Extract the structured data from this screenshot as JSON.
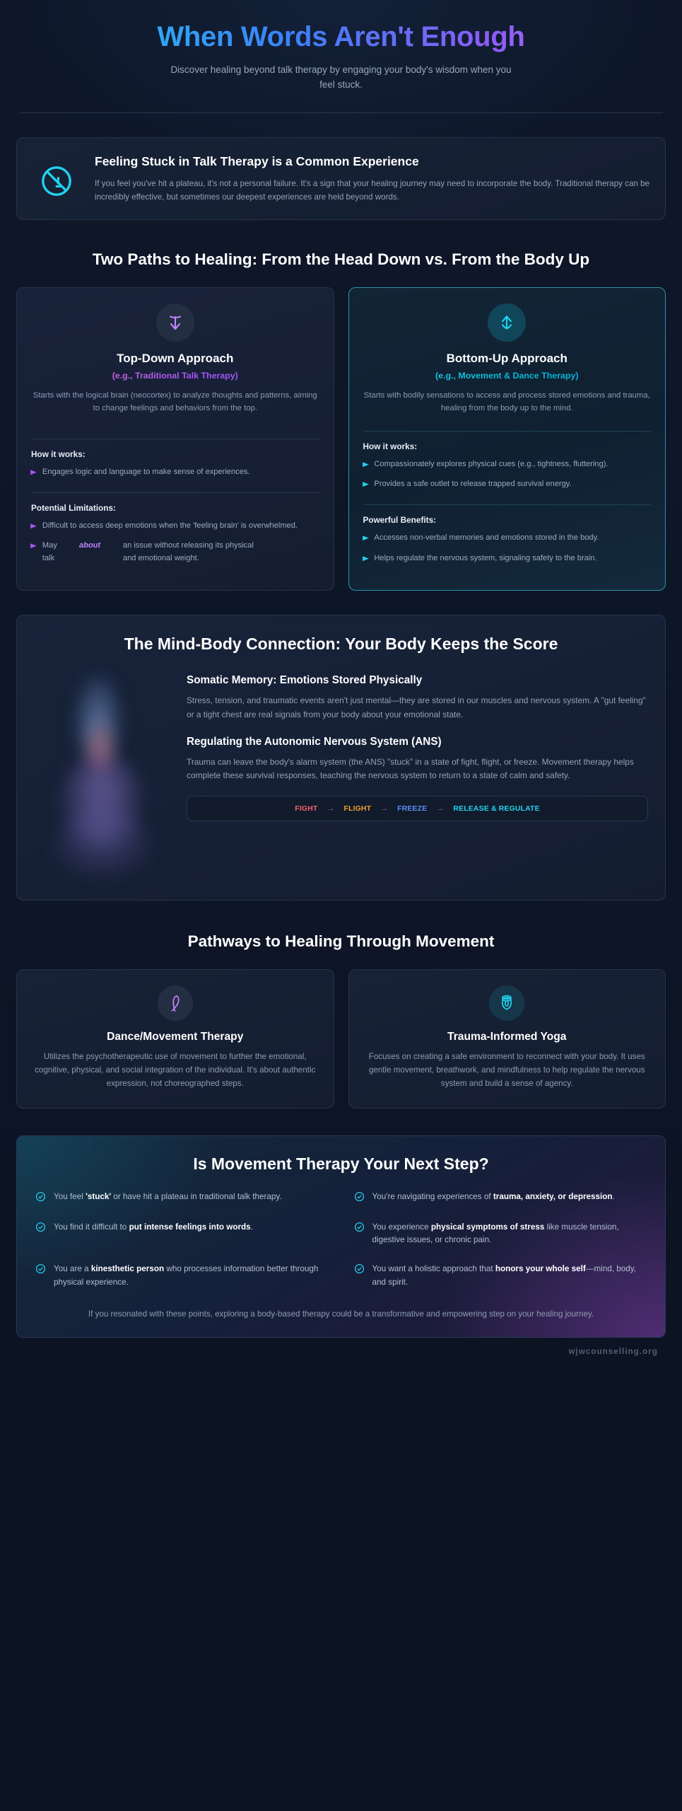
{
  "hero": {
    "title": "When Words Aren't Enough",
    "subtitle": "Discover healing beyond talk therapy by engaging your body's wisdom when you feel stuck."
  },
  "stuck_card": {
    "icon": "no-entry-slash-icon",
    "title": "Feeling Stuck in Talk Therapy is a Common Experience",
    "body": "If you feel you've hit a plateau, it's not a personal failure. It's a sign that your healing journey may need to incorporate the body. Traditional therapy can be incredibly effective, but sometimes our deepest experiences are held beyond words."
  },
  "paths": {
    "heading": "Two Paths to Healing: From the Head Down vs. From the Body Up",
    "left": {
      "icon": "arrow-down-icon",
      "title": "Top-Down Approach",
      "subtitle": "(e.g., Traditional Talk Therapy)",
      "lede": "Starts with the logical brain (neocortex) to analyze thoughts and patterns, aiming to change feelings and behaviors from the top.",
      "blocks": [
        {
          "title": "How it works:",
          "items": [
            "Engages logic and language to make sense of experiences."
          ]
        },
        {
          "title": "Potential Limitations:",
          "items": [
            "Difficult to access deep emotions when the 'feeling brain' is overwhelmed.",
            "May talk about an issue without releasing its physical and emotional weight."
          ]
        }
      ],
      "odd_bullet": {
        "w1": "May",
        "w1b": "talk",
        "w2": "about",
        "w3": "an issue without releasing its physical",
        "w3b": "and emotional weight."
      }
    },
    "right": {
      "icon": "arrow-up-icon",
      "title": "Bottom-Up Approach",
      "subtitle": "(e.g., Movement & Dance Therapy)",
      "lede": "Starts with bodily sensations to access and process stored emotions and trauma, healing from the body up to the mind.",
      "blocks": [
        {
          "title": "How it works:",
          "items": [
            "Compassionately explores physical cues (e.g., tightness, fluttering).",
            "Provides a safe outlet to release trapped survival energy."
          ]
        },
        {
          "title": "Powerful Benefits:",
          "items": [
            "Accesses non-verbal memories and emotions stored in the body.",
            "Helps regulate the nervous system, signaling safety to the brain."
          ]
        }
      ]
    }
  },
  "mindbody": {
    "heading": "The Mind-Body Connection: Your Body Keeps the Score",
    "art_name": "human-aura-silhouette",
    "sections": [
      {
        "title": "Somatic Memory: Emotions Stored Physically",
        "body": "Stress, tension, and traumatic events aren't just mental—they are stored in our muscles and nervous system. A \"gut feeling\" or a tight chest are real signals from your body about your emotional state."
      },
      {
        "title": "Regulating the Autonomic Nervous System (ANS)",
        "body": "Trauma can leave the body's alarm system (the ANS) \"stuck\" in a state of fight, flight, or freeze. Movement therapy helps complete these survival responses, teaching the nervous system to return to a state of calm and safety."
      }
    ],
    "flow": {
      "arrow": "→",
      "steps": [
        {
          "label": "FIGHT",
          "color": "#f2636a"
        },
        {
          "label": "FLIGHT",
          "color": "#f59e2c"
        },
        {
          "label": "FREEZE",
          "color": "#5b8df6"
        },
        {
          "label": "RELEASE & REGULATE",
          "color": "#22d3ee"
        }
      ]
    }
  },
  "pathways": {
    "heading": "Pathways to Healing Through Movement",
    "cards": [
      {
        "icon": "dancing-figure-icon",
        "title": "Dance/Movement Therapy",
        "body": "Utilizes the psychotherapeutic use of movement to further the emotional, cognitive, physical, and social integration of the individual. It's about authentic expression, not choreographed steps."
      },
      {
        "icon": "meditation-yoga-icon",
        "title": "Trauma-Informed Yoga",
        "body": "Focuses on creating a safe environment to reconnect with your body. It uses gentle movement, breathwork, and mindfulness to help regulate the nervous system and build a sense of agency."
      }
    ]
  },
  "checklist": {
    "heading": "Is Movement Therapy Your Next Step?",
    "icon": "check-circle-icon",
    "items": [
      {
        "pre": "You feel ",
        "bold": "'stuck'",
        "post": " or have hit a plateau in traditional talk therapy."
      },
      {
        "pre": "You're navigating experiences of ",
        "bold": "trauma, anxiety, or depression",
        "post": "."
      },
      {
        "pre": "You find it difficult to ",
        "bold": "put intense feelings into words",
        "post": "."
      },
      {
        "pre": "You experience ",
        "bold": "physical symptoms of stress",
        "post": " like muscle tension, digestive issues, or chronic pain."
      },
      {
        "pre": "You are a ",
        "bold": "kinesthetic person",
        "post": " who processes information better through physical experience."
      },
      {
        "pre": "You want a holistic approach that ",
        "bold": "honors your whole self",
        "post": "—mind, body, and spirit."
      }
    ],
    "footer": "If you resonated with these points, exploring a body-based therapy could be a transformative and empowering step on your healing journey."
  },
  "brand": "wjwcounselling.org"
}
